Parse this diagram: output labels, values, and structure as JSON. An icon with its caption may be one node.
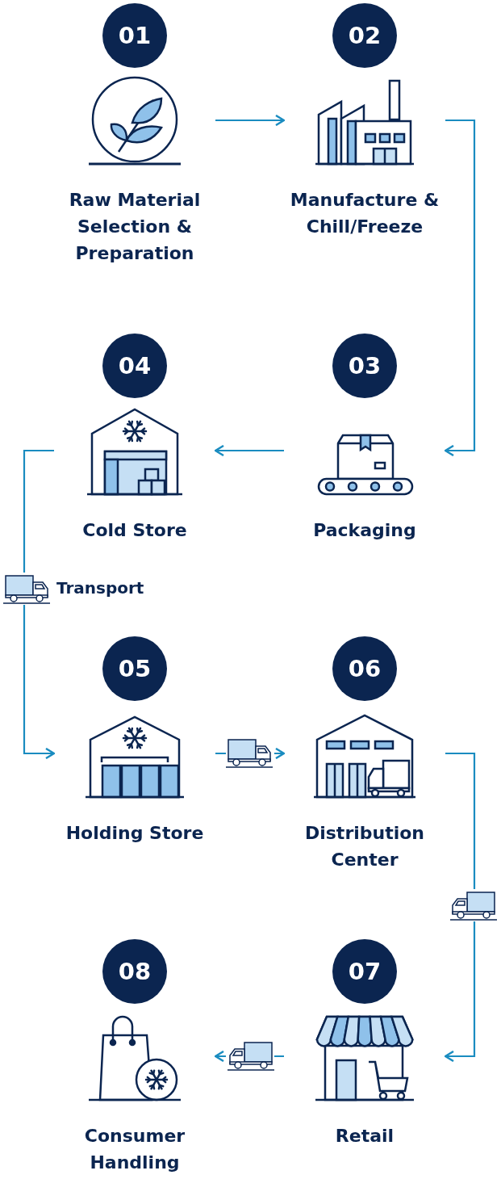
{
  "diagram": {
    "nodes": [
      {
        "text": [
          "01",
          "Raw Material Selection & Preparation"
        ]
      },
      {
        "text": [
          "02",
          "Manufacture & Chill/Freeze"
        ]
      },
      {
        "text": [
          "03",
          "Packaging"
        ]
      },
      {
        "text": [
          "04",
          "Cold Store"
        ]
      },
      {
        "text": [
          "05",
          "Holding Store"
        ]
      },
      {
        "text": [
          "06",
          "Distribution Center"
        ]
      },
      {
        "text": [
          "07",
          "Retail"
        ]
      },
      {
        "text": [
          "08",
          "Consumer Handling"
        ]
      }
    ],
    "edges": [
      {
        "from": 0,
        "to": 1,
        "arrow": "to"
      },
      {
        "from": 1,
        "to": 2,
        "arrow": "to"
      },
      {
        "from": 2,
        "to": 3,
        "arrow": "to"
      },
      {
        "from": 3,
        "to": 4,
        "arrow": "to",
        "label": "Transport"
      },
      {
        "from": 4,
        "to": 5,
        "arrow": "to"
      },
      {
        "from": 5,
        "to": 6,
        "arrow": "to"
      },
      {
        "from": 6,
        "to": 7,
        "arrow": "to"
      }
    ]
  }
}
